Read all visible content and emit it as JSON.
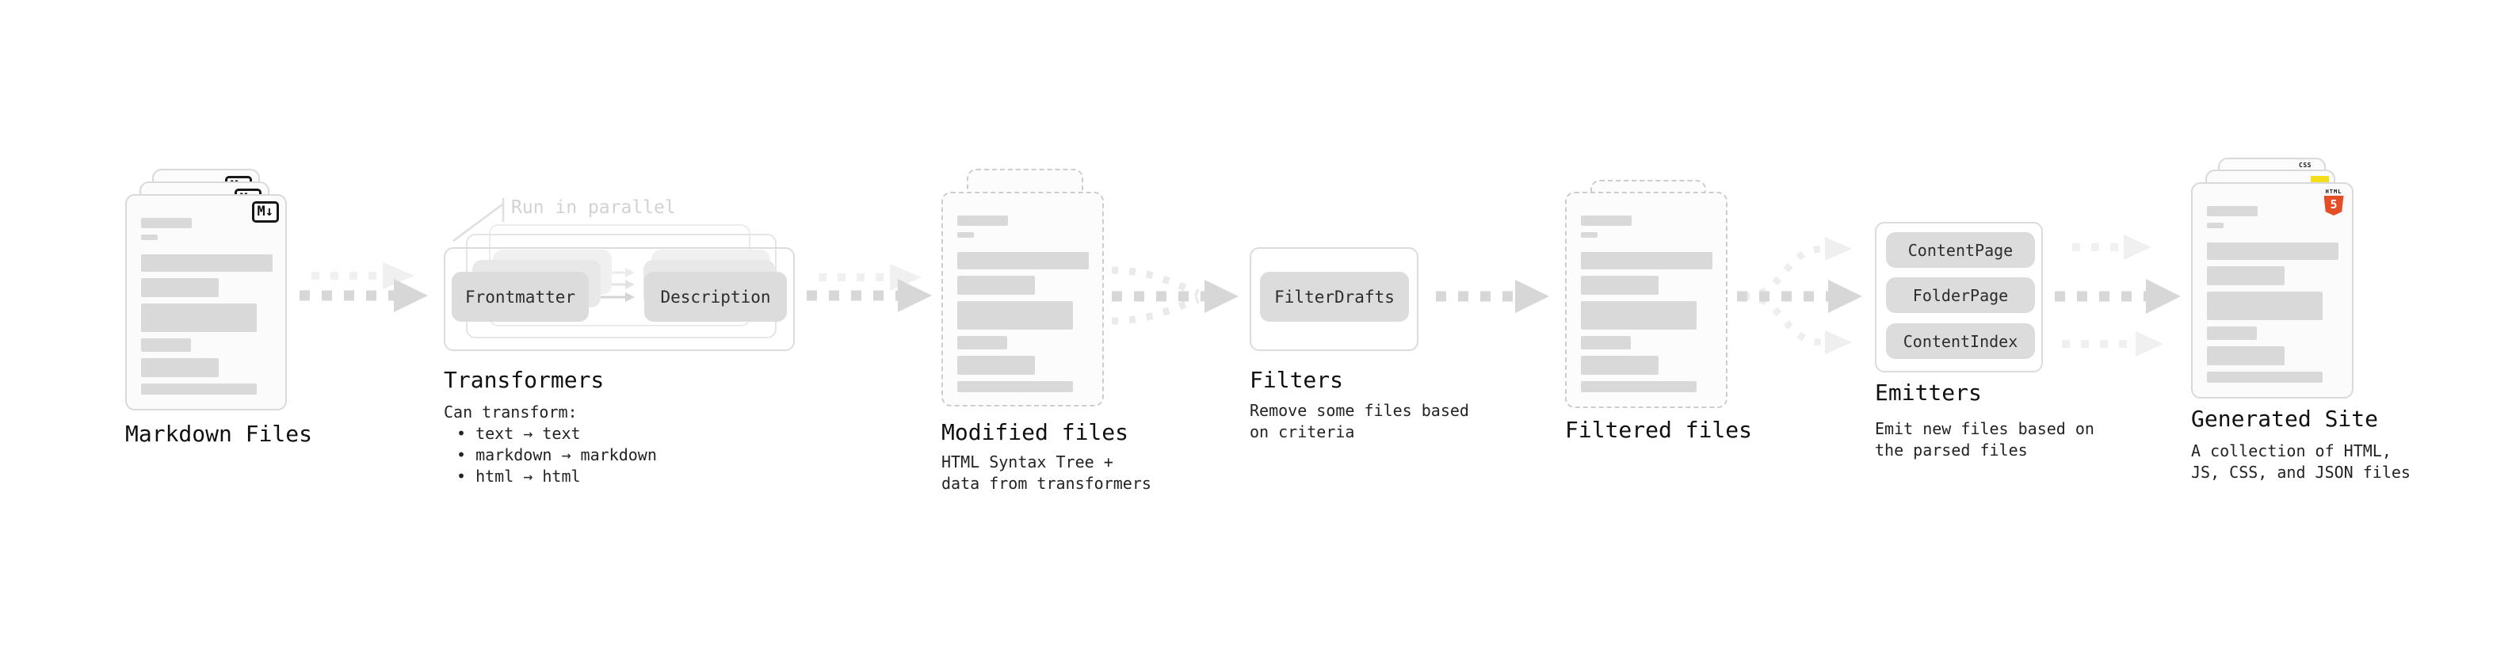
{
  "markdown": {
    "title": "Markdown Files",
    "icon": "M↓"
  },
  "transformers": {
    "title": "Transformers",
    "annotation": "Run in parallel",
    "pill_left": "Frontmatter",
    "pill_right": "Description",
    "desc_heading": "Can transform:",
    "bullets": [
      "• text → text",
      "• markdown → markdown",
      "• html → html"
    ]
  },
  "modified": {
    "title": "Modified files",
    "subtitle": [
      "HTML Syntax Tree +",
      "data from transformers"
    ]
  },
  "filters": {
    "title": "Filters",
    "pill": "FilterDrafts",
    "subtitle": [
      "Remove some files based",
      "on criteria"
    ]
  },
  "filtered": {
    "title": "Filtered files"
  },
  "emitters": {
    "title": "Emitters",
    "pills": [
      "ContentPage",
      "FolderPage",
      "ContentIndex"
    ],
    "subtitle": [
      "Emit new files based on",
      "the parsed files"
    ]
  },
  "generated": {
    "title": "Generated Site",
    "subtitle": [
      "A collection of HTML,",
      "JS, CSS, and JSON files"
    ],
    "badge_css": "CSS",
    "badge_html_word": "HTML",
    "badge_html_digit": "5"
  },
  "colors": {
    "html5_orange": "#e44d26",
    "css_blue": "#2f6fe0",
    "js_yellow": "#f5de19",
    "bar_gray": "#d9d9d9"
  }
}
